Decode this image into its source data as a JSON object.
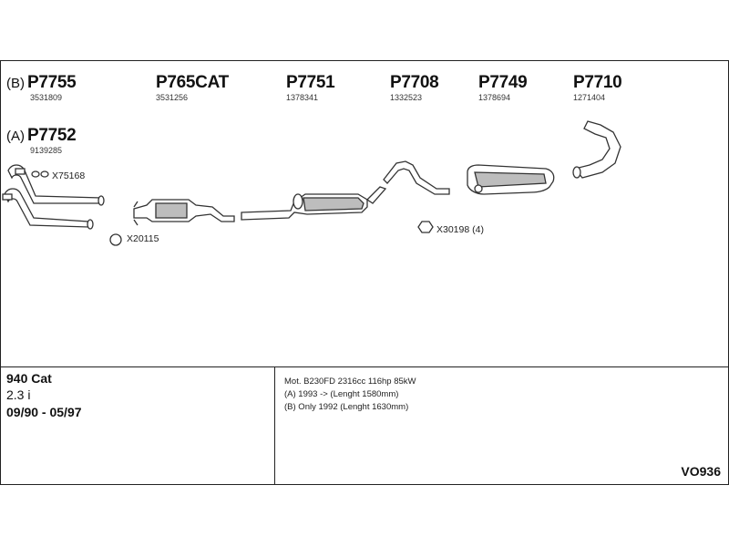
{
  "parts": [
    {
      "variant": "(B)",
      "number": "P7755",
      "oe": "3531809"
    },
    {
      "variant": "",
      "number": "P765CAT",
      "oe": "3531256"
    },
    {
      "variant": "",
      "number": "P7751",
      "oe": "1378341"
    },
    {
      "variant": "",
      "number": "P7708",
      "oe": "1332523"
    },
    {
      "variant": "",
      "number": "P7749",
      "oe": "1378694"
    },
    {
      "variant": "",
      "number": "P7710",
      "oe": "1271404"
    },
    {
      "variant": "(A)",
      "number": "P7752",
      "oe": "9139285"
    }
  ],
  "accessories": [
    {
      "label": "X75168"
    },
    {
      "label": "X20115"
    },
    {
      "label": "X30198 (4)"
    }
  ],
  "model": {
    "name": "940 Cat",
    "engine": "2.3 i",
    "years": "09/90 - 05/97"
  },
  "notes": [
    "Mot. B230FD 2316cc 116hp 85kW",
    "(A) 1993 -> (Lenght 1580mm)",
    "(B) Only 1992 (Lenght 1630mm)"
  ],
  "reference": "VO936"
}
